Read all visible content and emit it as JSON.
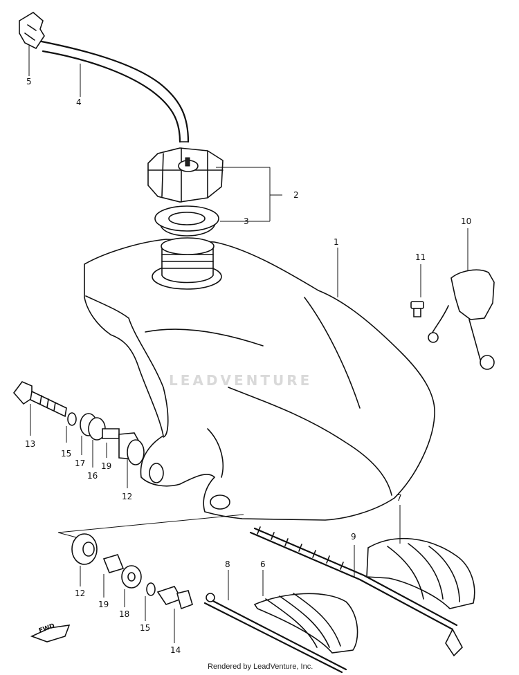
{
  "diagram": {
    "callouts": [
      {
        "id": "p1",
        "label": "1"
      },
      {
        "id": "p2",
        "label": "2"
      },
      {
        "id": "p3",
        "label": "3"
      },
      {
        "id": "p4",
        "label": "4"
      },
      {
        "id": "p5",
        "label": "5"
      },
      {
        "id": "p6",
        "label": "6"
      },
      {
        "id": "p7",
        "label": "7"
      },
      {
        "id": "p8",
        "label": "8"
      },
      {
        "id": "p9",
        "label": "9"
      },
      {
        "id": "p10",
        "label": "10"
      },
      {
        "id": "p11",
        "label": "11"
      },
      {
        "id": "p12a",
        "label": "12"
      },
      {
        "id": "p12b",
        "label": "12"
      },
      {
        "id": "p13",
        "label": "13"
      },
      {
        "id": "p14",
        "label": "14"
      },
      {
        "id": "p15a",
        "label": "15"
      },
      {
        "id": "p15b",
        "label": "15"
      },
      {
        "id": "p16",
        "label": "16"
      },
      {
        "id": "p17",
        "label": "17"
      },
      {
        "id": "p18",
        "label": "18"
      },
      {
        "id": "p19a",
        "label": "19"
      },
      {
        "id": "p19b",
        "label": "19"
      }
    ],
    "forward_marker": "FWD",
    "watermark": "LEADVENTURE",
    "footer": "Rendered by LeadVenture, Inc."
  },
  "colors": {
    "ink": "#111111",
    "background": "#ffffff",
    "watermark": "#d9d9d9"
  }
}
